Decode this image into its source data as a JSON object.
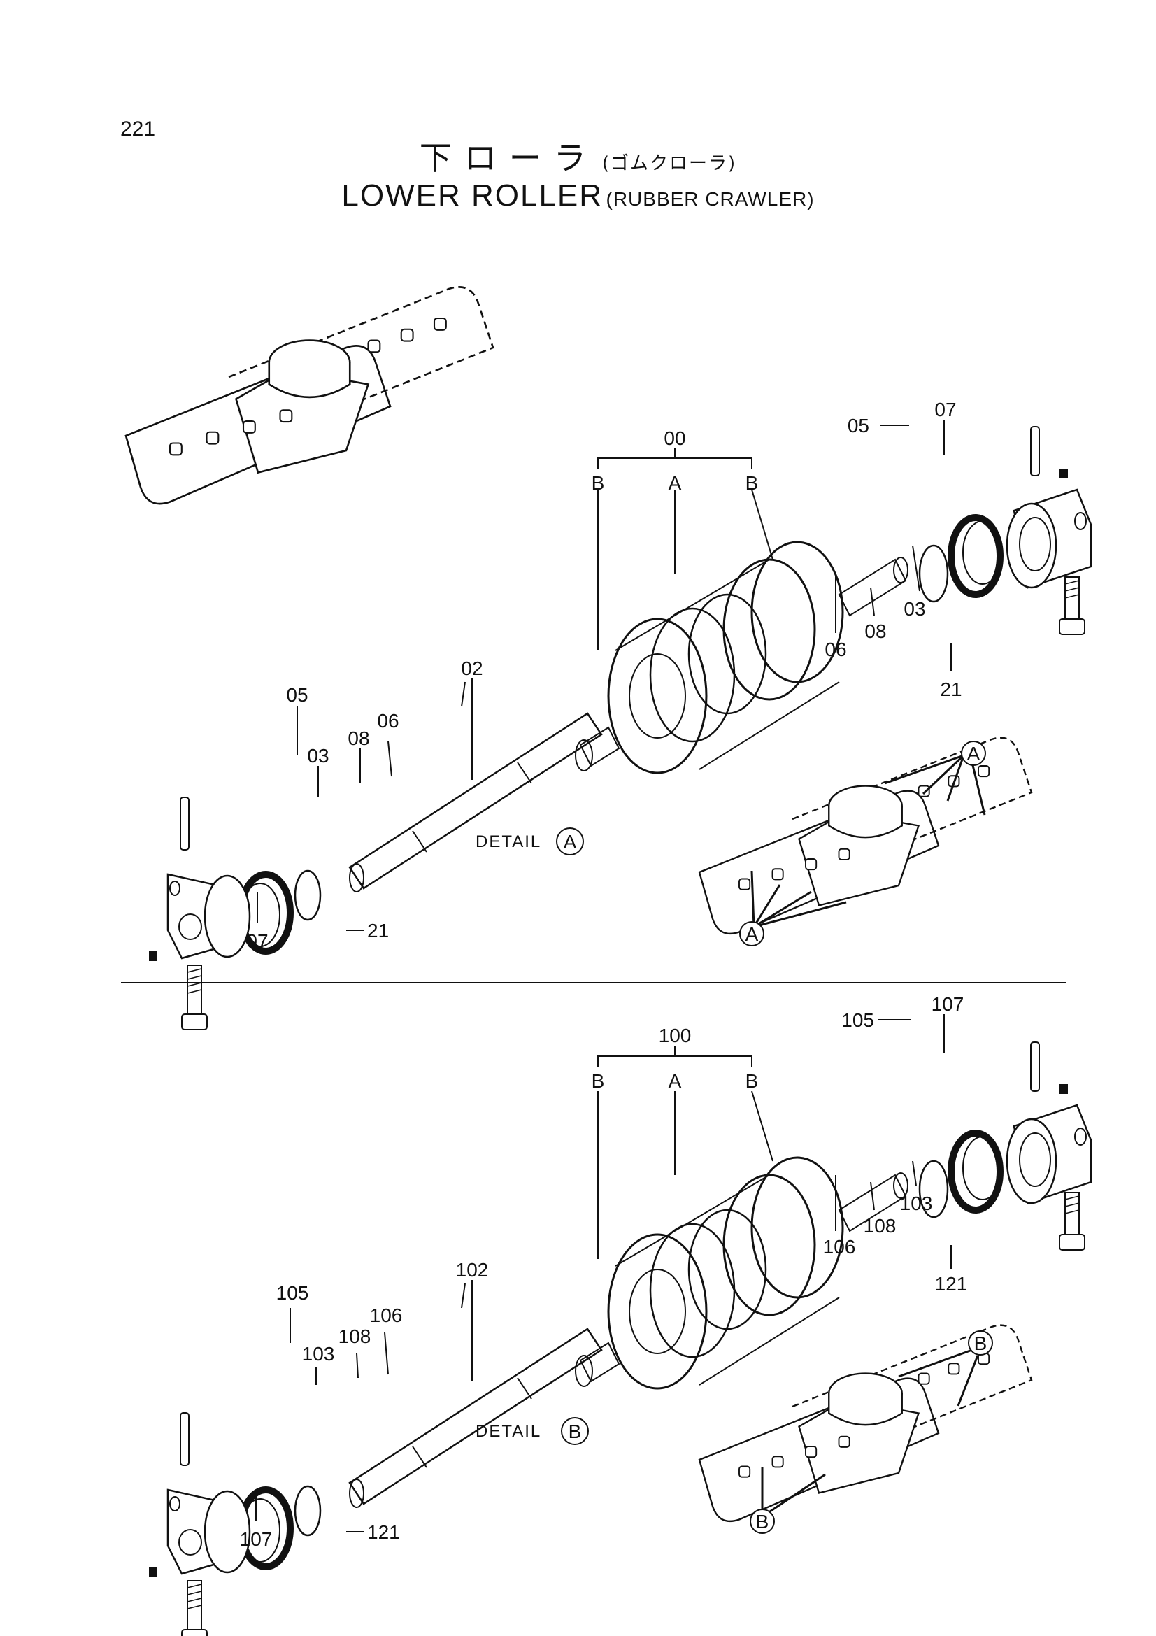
{
  "page_number": "221",
  "title_jp": {
    "main": "下ローラ",
    "sub": "(ゴムクローラ)"
  },
  "title_en": {
    "main": "LOWER ROLLER",
    "sub": "(RUBBER CRAWLER)"
  },
  "sections": [
    {
      "detail_label": "DETAIL",
      "detail_mark": "A",
      "assembly": "00",
      "bracket_labels": [
        "B",
        "A",
        "B"
      ],
      "parts": {
        "pin_r": "05",
        "plug_r": "07",
        "collar_r": "03",
        "seal_r": "08",
        "ring_r": "06",
        "bolt_r": "21",
        "shaft": "02",
        "pin_l": "05",
        "collar_l": "03",
        "seal_l": "08",
        "ring_l": "06",
        "plug_l": "07",
        "bolt_l": "21"
      }
    },
    {
      "detail_label": "DETAIL",
      "detail_mark": "B",
      "assembly": "100",
      "bracket_labels": [
        "B",
        "A",
        "B"
      ],
      "parts": {
        "pin_r": "105",
        "plug_r": "107",
        "collar_r": "103",
        "seal_r": "108",
        "ring_r": "106",
        "bolt_r": "121",
        "shaft": "102",
        "pin_l": "105",
        "collar_l": "103",
        "seal_l": "108",
        "ring_l": "106",
        "plug_l": "107",
        "bolt_l": "121"
      }
    }
  ]
}
